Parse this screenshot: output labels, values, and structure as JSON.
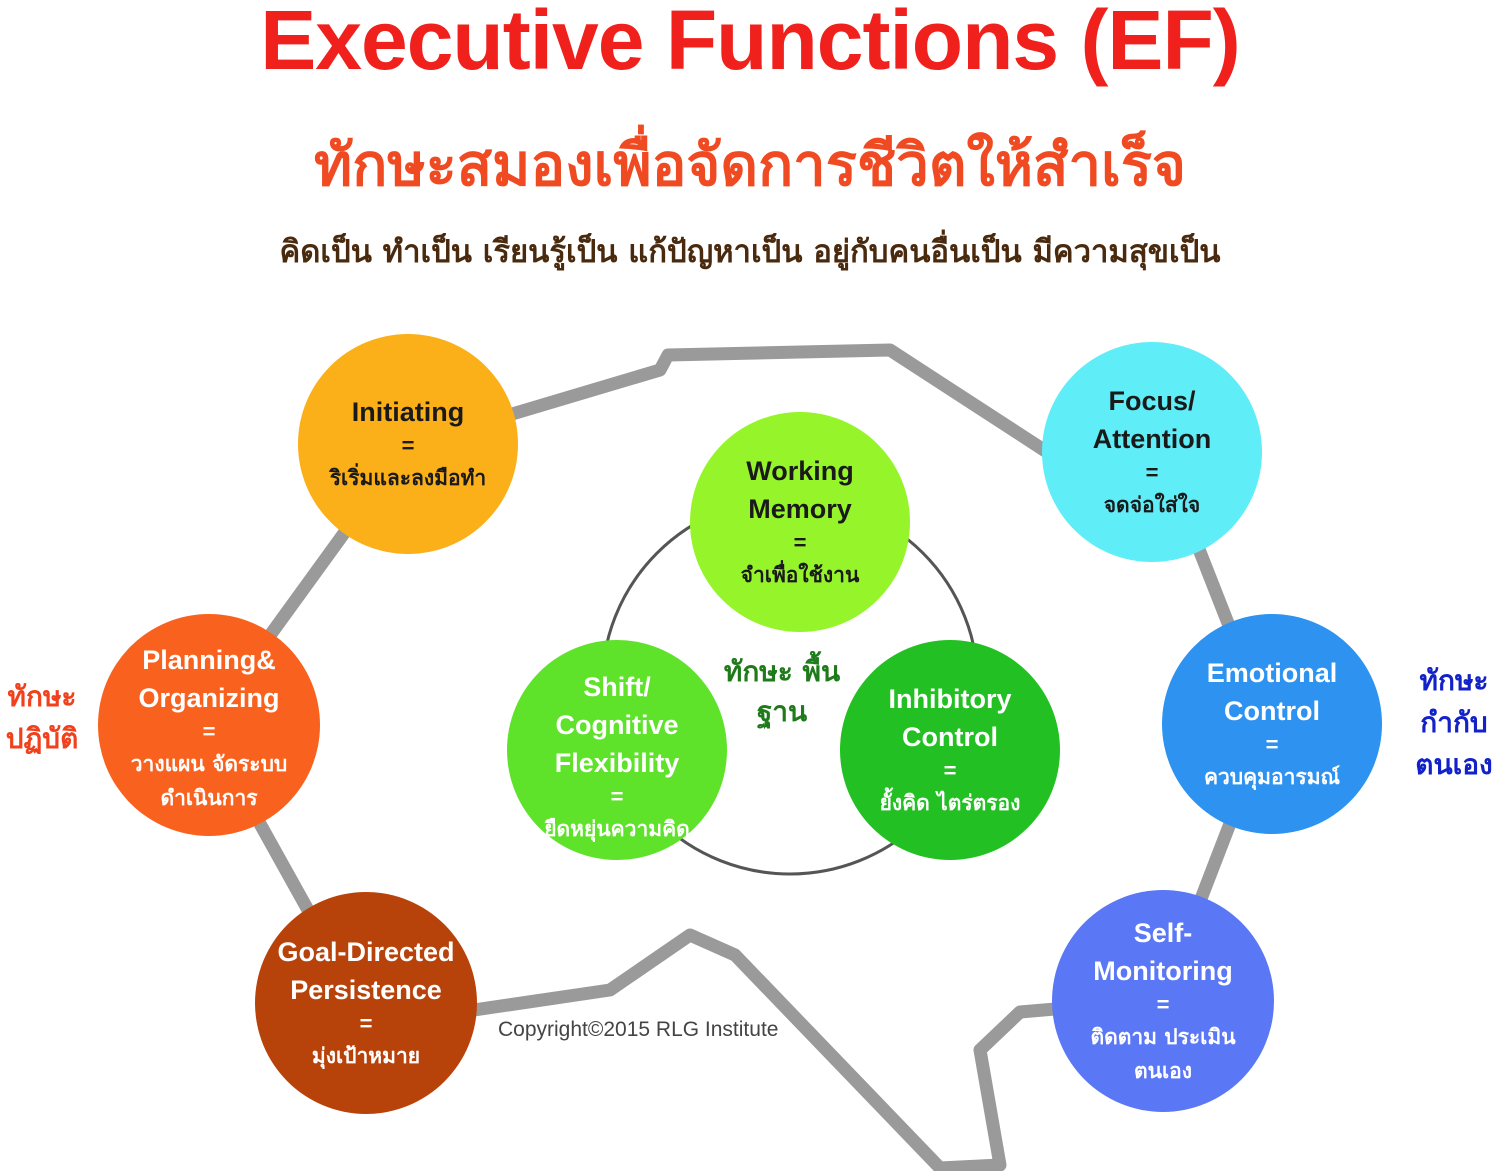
{
  "header": {
    "title": "Executive Functions (EF)",
    "subtitle": "ทักษะสมองเพื่อจัดการชีวิตให้สำเร็จ",
    "tagline": "คิดเป็น ทำเป็น เรียนรู้เป็น แก้ปัญหาเป็น อยู่กับคนอื่นเป็น มีความสุขเป็น"
  },
  "colors": {
    "title": "#f0201c",
    "subtitle": "#f04a22",
    "tagline": "#4a2a0e",
    "connector": "#9a9a9a",
    "inner_ring": "#555555",
    "practical_label": "#f0401c",
    "self_regulation_label": "#1222c8",
    "basic_label": "#1f7a1a"
  },
  "nodes": {
    "initiating": {
      "name": "Initiating",
      "eq": "=",
      "thai": "ริเริ่มและลงมือทำ",
      "color": "#fbb01a",
      "text_color": "#1a1a1a"
    },
    "planning": {
      "name": "Planning& Organizing",
      "eq": "=",
      "thai": "วางแผน จัดระบบ ดำเนินการ",
      "color": "#f9621e",
      "text_color": "#ffffff"
    },
    "goal": {
      "name": "Goal-Directed Persistence",
      "eq": "=",
      "thai": "มุ่งเป้าหมาย",
      "color": "#b8430a",
      "text_color": "#ffffff"
    },
    "working_memory": {
      "name": "Working Memory",
      "eq": "=",
      "thai": "จำเพื่อใช้งาน",
      "color": "#96f52a",
      "text_color": "#1a1a1a"
    },
    "shift": {
      "name": "Shift/ Cognitive Flexibility",
      "eq": "=",
      "thai": "ยืดหยุ่นความคิด",
      "color": "#5ee22a",
      "text_color": "#ffffff"
    },
    "inhibitory": {
      "name": "Inhibitory Control",
      "eq": "=",
      "thai": "ยั้งคิด ไตร่ตรอง",
      "color": "#22c022",
      "text_color": "#ffffff"
    },
    "focus": {
      "name": "Focus/ Attention",
      "eq": "=",
      "thai": "จดจ่อใส่ใจ",
      "color": "#5fedf7",
      "text_color": "#1a1a1a"
    },
    "emotional": {
      "name": "Emotional Control",
      "eq": "=",
      "thai": "ควบคุมอารมณ์",
      "color": "#2e93f0",
      "text_color": "#ffffff"
    },
    "self_monitoring": {
      "name": "Self- Monitoring",
      "eq": "=",
      "thai": "ติดตาม ประเมินตนเอง",
      "color": "#5a77f5",
      "text_color": "#ffffff"
    }
  },
  "labels": {
    "practical": "ทักษะ ปฏิบัติ",
    "self_regulation": "ทักษะ กำกับ ตนเอง",
    "basic": "ทักษะ พื้นฐาน"
  },
  "copyright": "Copyright©2015 RLG Institute"
}
